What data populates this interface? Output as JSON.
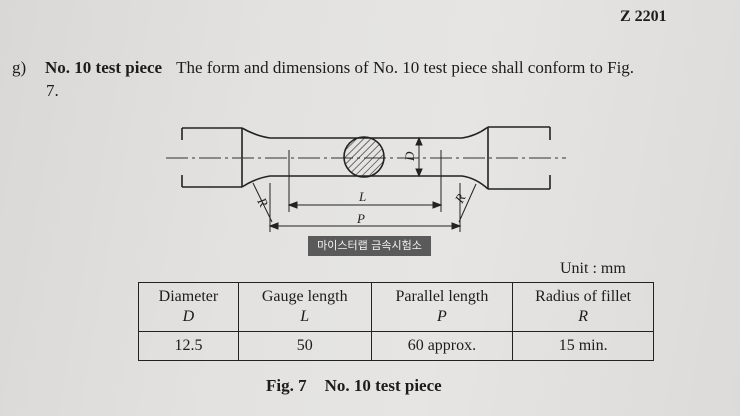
{
  "header": {
    "page_code": "Z 2201"
  },
  "paragraph": {
    "label": "g)",
    "title": "No. 10 test piece",
    "text_line1": "The form and dimensions of No. 10 test piece shall conform to Fig.",
    "text_line2": "7."
  },
  "drawing": {
    "labels": {
      "diameter": "D",
      "gauge": "L",
      "parallel": "P",
      "radius_left": "R",
      "radius_right": "R"
    }
  },
  "watermark": "마이스터랩 금속시험소",
  "unit": "Unit : mm",
  "table": {
    "headers": [
      {
        "name": "Diameter",
        "symbol": "D"
      },
      {
        "name": "Gauge length",
        "symbol": "L"
      },
      {
        "name": "Parallel length",
        "symbol": "P"
      },
      {
        "name": "Radius of fillet",
        "symbol": "R"
      }
    ],
    "values": [
      "12.5",
      "50",
      "60 approx.",
      "15 min."
    ]
  },
  "caption": {
    "fig": "Fig. 7",
    "title": "No. 10 test piece"
  }
}
